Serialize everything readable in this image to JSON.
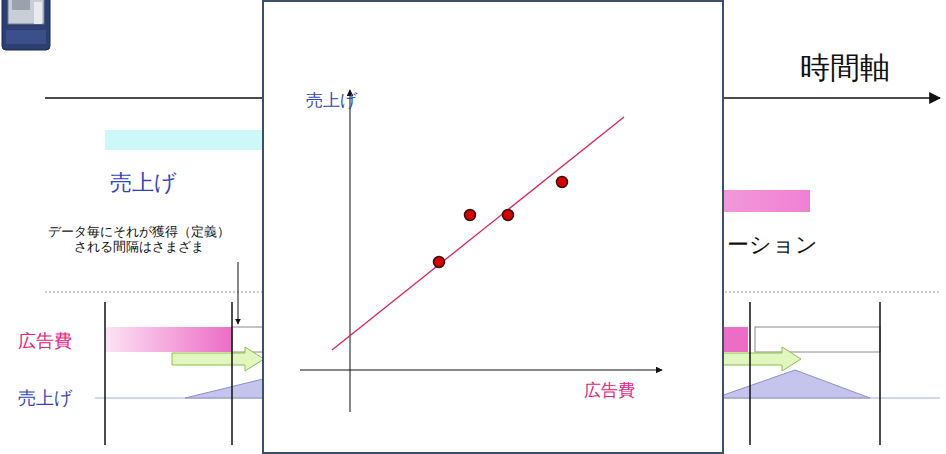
{
  "diagram": {
    "nodes": [
      {
        "text": [
          "売上げ",
          "広告費"
        ]
      }
    ],
    "labels": [
      "時間軸",
      "売上げ",
      "データ毎にそれが獲得（定義） される間隔はさまざま",
      "ーション",
      "広告費",
      "売上げ"
    ]
  }
}
